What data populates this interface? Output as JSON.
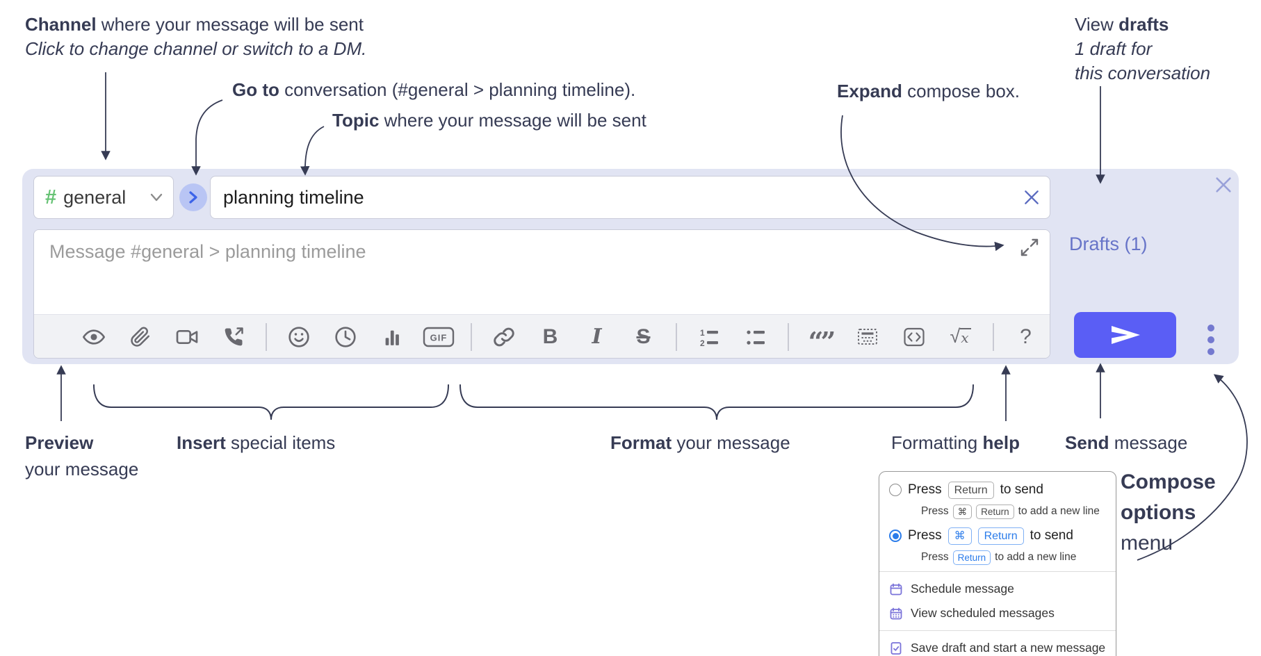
{
  "colors": {
    "compose_bg": "#e1e4f3",
    "send_button": "#5a5ef5",
    "drafts_link": "#6774c8",
    "channel_hash_green": "#66c274",
    "kbd_blue": "#2b7cea",
    "menu_icon_purple": "#7a73d9",
    "annotation_text": "#363b54"
  },
  "annotations": {
    "channel": {
      "bold": "Channel",
      "rest": " where your message will be sent",
      "line2": "Click to change channel or switch to a DM."
    },
    "goto": {
      "bold": "Go to",
      "rest": " conversation (#general > planning timeline)."
    },
    "topic": {
      "bold": "Topic",
      "rest": " where your message will be sent"
    },
    "expand": {
      "bold": "Expand",
      "rest": " compose box."
    },
    "view_drafts": {
      "pre": "View ",
      "bold": "drafts",
      "line2": "1 draft for",
      "line3": "this conversation"
    },
    "preview": {
      "bold": "Preview",
      "line2": "your message"
    },
    "insert": {
      "bold": "Insert",
      "rest": " special items"
    },
    "format": {
      "bold": "Format",
      "rest": " your message"
    },
    "formatting_help": {
      "pre": "Formatting ",
      "bold": "help"
    },
    "send": {
      "bold": "Send",
      "rest": " message"
    },
    "compose_options": {
      "line1": "Compose",
      "line2": "options",
      "line3": "menu"
    }
  },
  "compose": {
    "channel": {
      "hash": "#",
      "name": "general"
    },
    "topic_input": {
      "value": "planning timeline"
    },
    "message_input": {
      "placeholder": "Message #general > planning timeline"
    },
    "drafts_link": "Drafts (1)",
    "toolbar_icons": [
      "preview-eye",
      "attach-paperclip",
      "video-call",
      "audio-call",
      "emoji",
      "global-time",
      "poll",
      "gif",
      "link",
      "bold",
      "italic",
      "strikethrough",
      "numbered-list",
      "bulleted-list",
      "quote",
      "spoiler",
      "code",
      "math",
      "help"
    ],
    "labels": {
      "gif": "GIF",
      "bold": "B",
      "italic": "I",
      "strike": "S",
      "help": "?",
      "math_root": "√",
      "math_x": "x",
      "quote_marks": "“”",
      "ol_1": "1",
      "ol_2": "2"
    }
  },
  "popup": {
    "options": [
      {
        "selected": false,
        "press": "Press",
        "keys": [
          "Return"
        ],
        "suffix": "to send",
        "sub": {
          "press": "Press",
          "keys": [
            "⌘",
            "Return"
          ],
          "suffix": "to add a new line"
        }
      },
      {
        "selected": true,
        "press": "Press",
        "keys": [
          "⌘",
          "Return"
        ],
        "suffix": "to send",
        "sub": {
          "press": "Press",
          "keys": [
            "Return"
          ],
          "suffix": "to add a new line"
        }
      }
    ],
    "items": [
      {
        "icon": "calendar-icon",
        "label": "Schedule message"
      },
      {
        "icon": "calendar-grid-icon",
        "label": "View scheduled messages"
      },
      {
        "icon": "save-draft-icon",
        "label": "Save draft and start a new message"
      }
    ]
  }
}
